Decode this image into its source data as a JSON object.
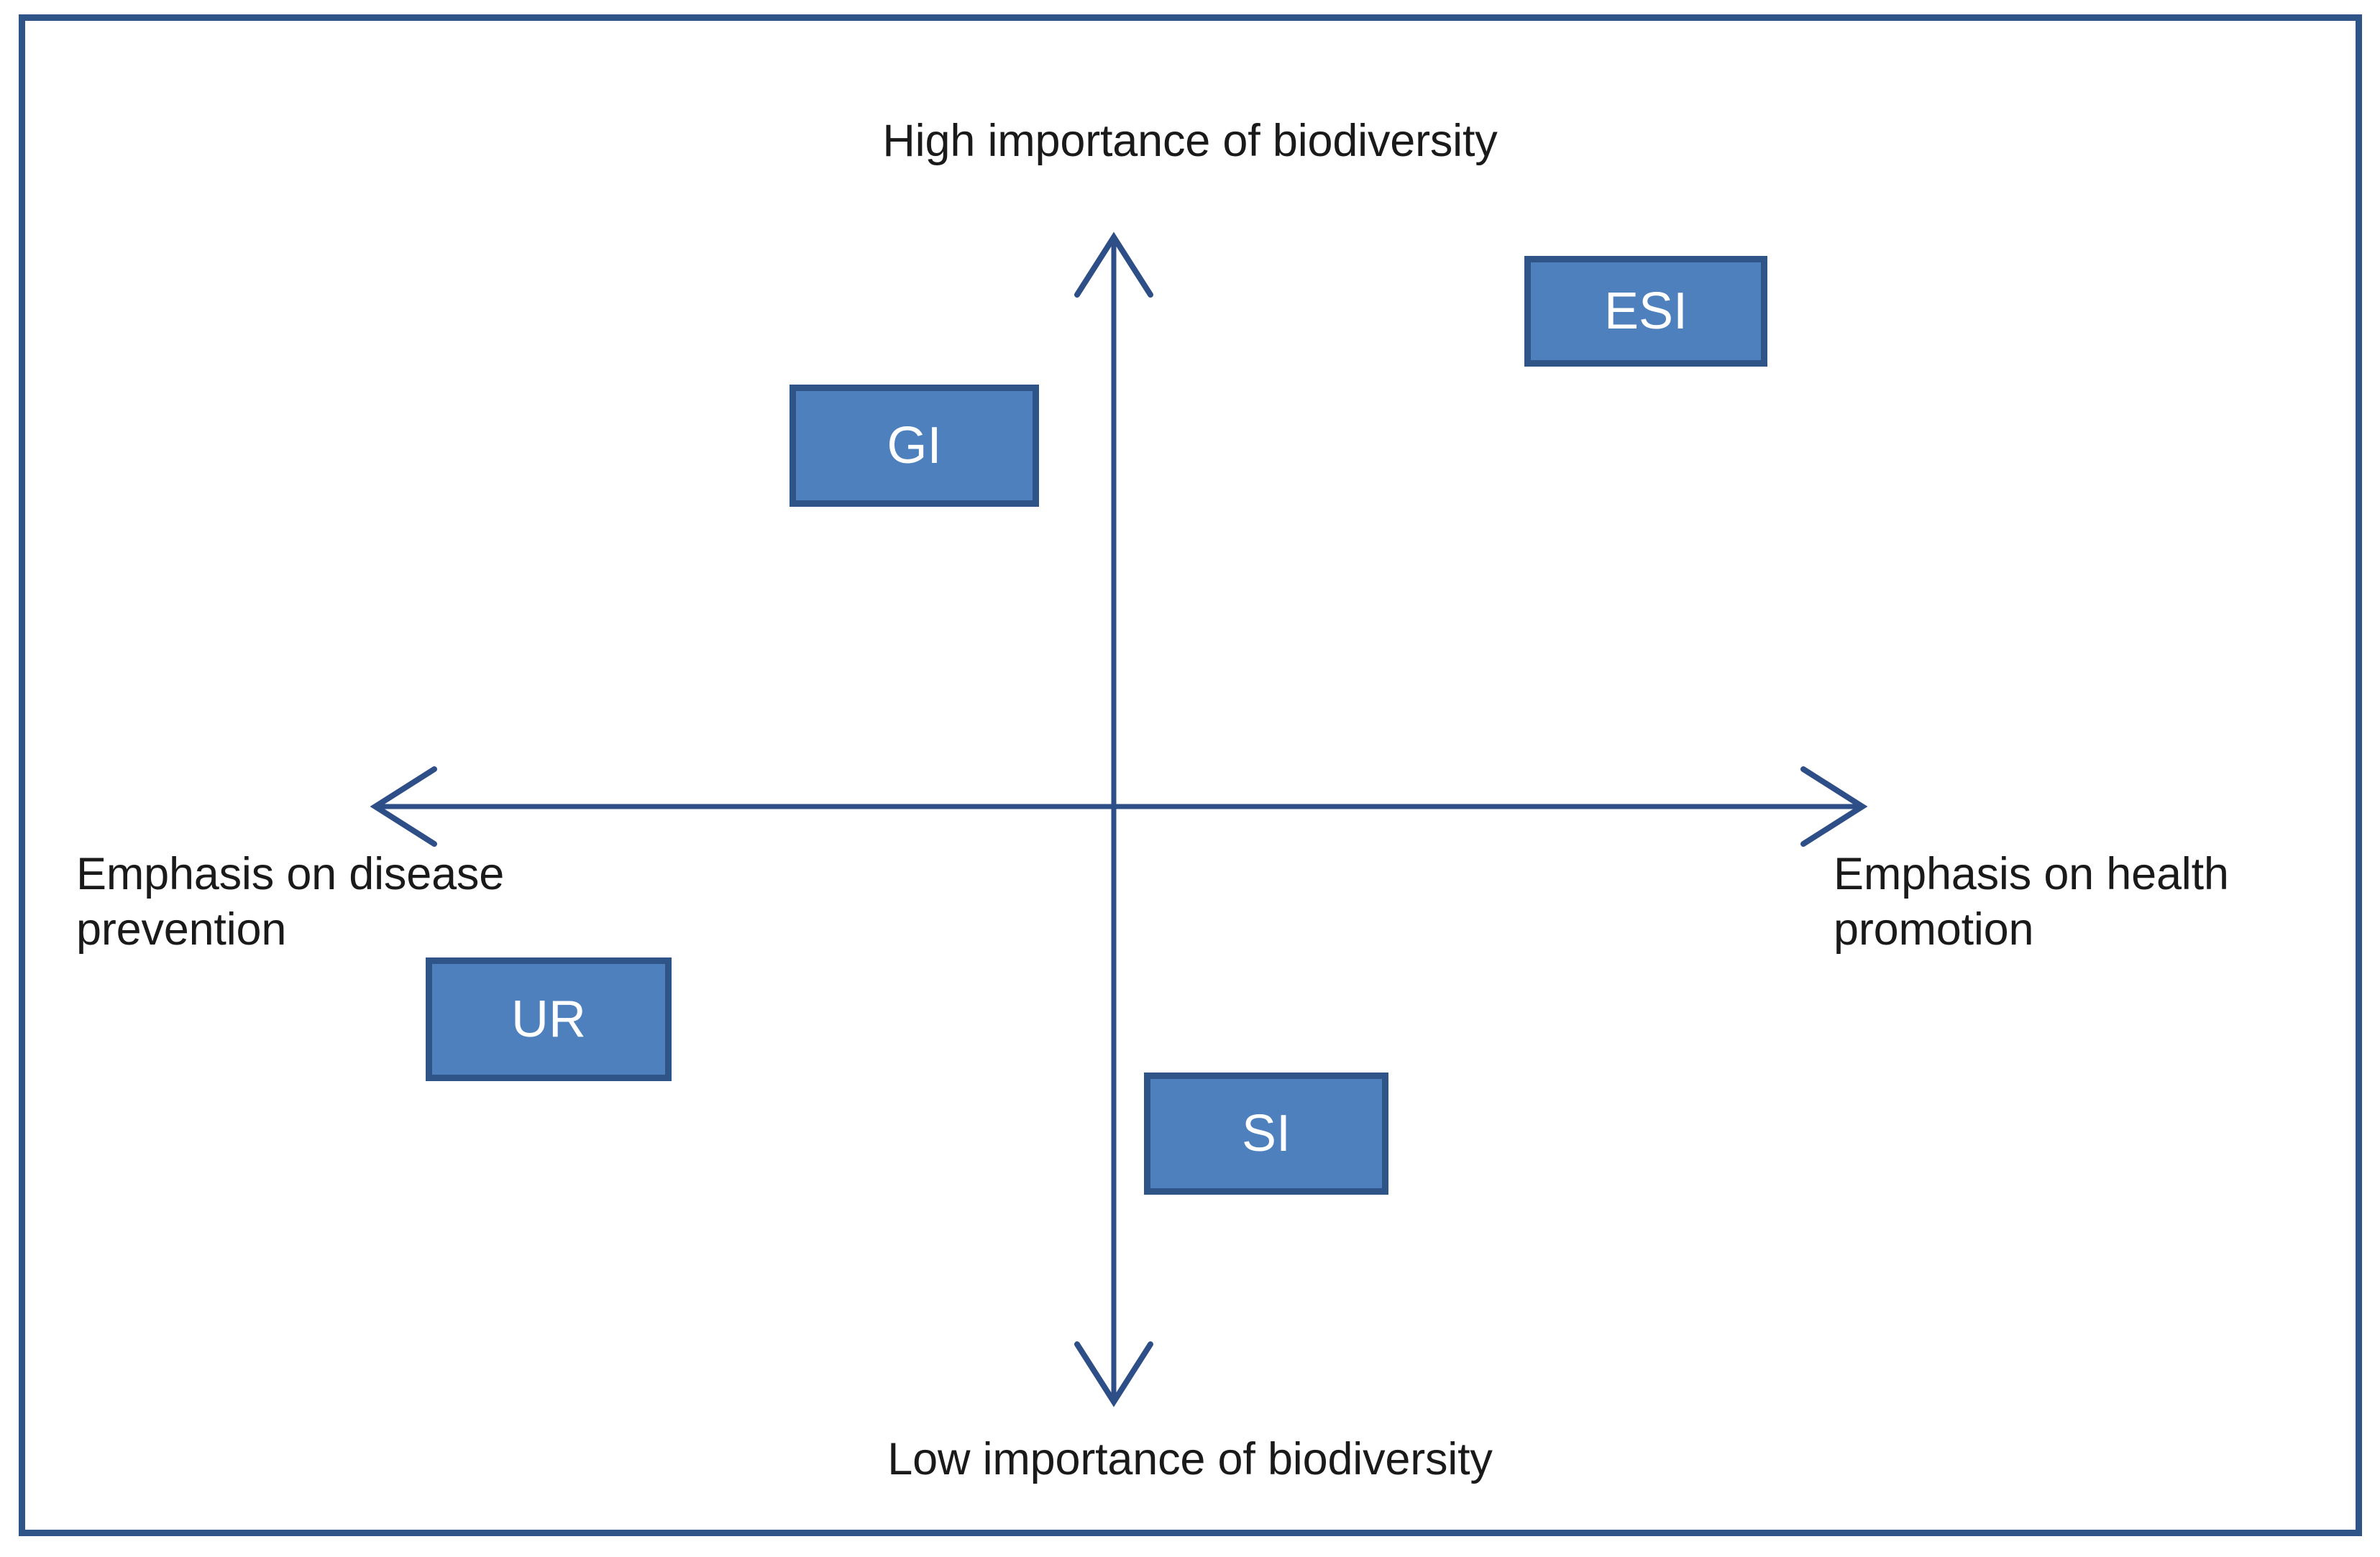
{
  "diagram": {
    "title_visible": false,
    "frame_color": "#2F5488",
    "axis_color": "#2E4E87",
    "box_fill": "#4E80BD",
    "box_border": "#2F5488",
    "box_text_color": "#FFFFFF",
    "label_text_color": "#1A1A1A",
    "axis_labels": {
      "top": "High importance of biodiversity",
      "bottom": "Low importance of biodiversity",
      "left": "Emphasis on disease\nprevention",
      "right": "Emphasis on health\npromotion"
    },
    "boxes": [
      {
        "id": "esi",
        "label": "ESI",
        "quadrant": "top-right"
      },
      {
        "id": "gi",
        "label": "GI",
        "quadrant": "top-left"
      },
      {
        "id": "ur",
        "label": "UR",
        "quadrant": "bottom-left"
      },
      {
        "id": "si",
        "label": "SI",
        "quadrant": "bottom-right"
      }
    ]
  },
  "chart_data": {
    "type": "scatter",
    "title": "",
    "xlabel": "Emphasis on disease prevention ↔ Emphasis on health promotion",
    "ylabel": "Low importance of biodiversity ↔ High importance of biodiversity",
    "x_axis_left_label": "Emphasis on disease prevention",
    "x_axis_right_label": "Emphasis on health promotion",
    "y_axis_top_label": "High importance of biodiversity",
    "y_axis_bottom_label": "Low importance of biodiversity",
    "xlim": [
      -1,
      1
    ],
    "ylim": [
      -1,
      1
    ],
    "grid": false,
    "legend": "none",
    "points": [
      {
        "label": "GI",
        "x": -0.31,
        "y": 0.55
      },
      {
        "label": "ESI",
        "x": 0.45,
        "y": 0.76
      },
      {
        "label": "UR",
        "x": -0.52,
        "y": -0.24
      },
      {
        "label": "SI",
        "x": 0.18,
        "y": -0.41
      }
    ]
  }
}
